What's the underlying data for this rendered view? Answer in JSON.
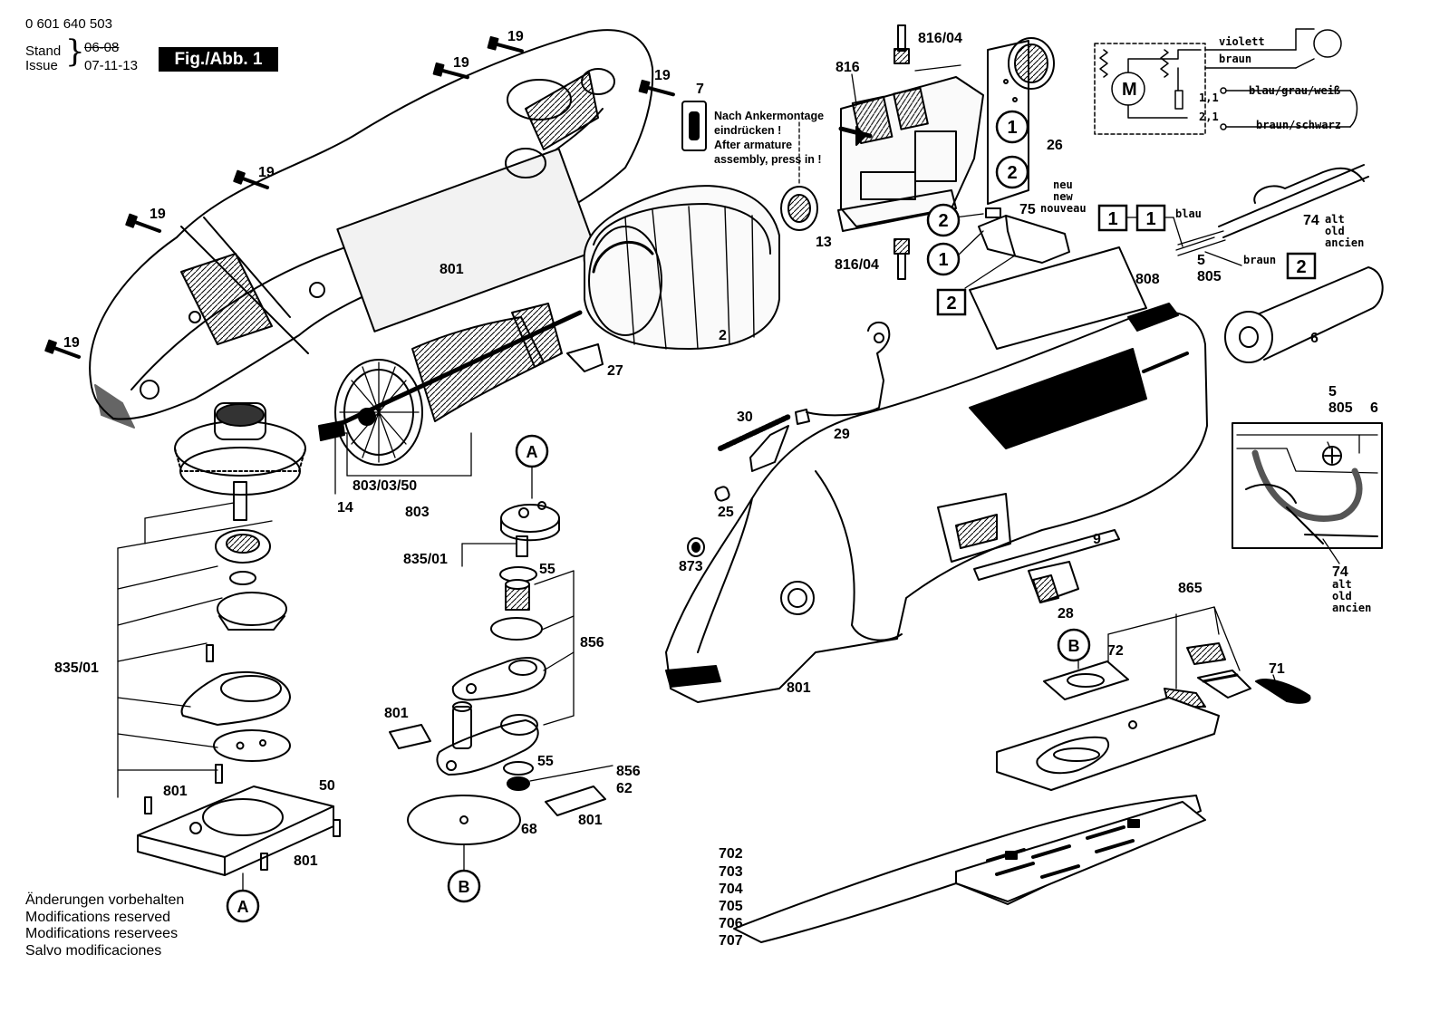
{
  "header": {
    "part_number": "0 601 640 503",
    "stand_label": "Stand",
    "issue_label": "Issue",
    "old_date": "06-08",
    "issue_date": "07-11-13",
    "figure_label": "Fig./Abb. 1"
  },
  "assembly_note": {
    "line1": "Nach Ankermontage",
    "line2": "eindrücken !",
    "line3": "After armature",
    "line4": "assembly, press in !"
  },
  "footer_notes": [
    "Änderungen vorbehalten",
    "Modifications reserved",
    "Modifications reservees",
    "Salvo modificaciones"
  ],
  "wiring": {
    "motor": "M",
    "wire_violet": "violett",
    "wire_brown": "braun",
    "terminal_1_1": "1,1",
    "terminal_2_1": "2,1",
    "wire_blue_grey_white": "blau/grau/weiß",
    "wire_brown_black": "braun/schwarz"
  },
  "version_labels": {
    "new_de": "neu",
    "new_en": "new",
    "new_fr": "nouveau",
    "old_de": "alt",
    "old_en": "old",
    "old_fr": "ancien",
    "blau": "blau",
    "braun": "braun"
  },
  "boxed_markers": [
    "1",
    "1",
    "2",
    "2"
  ],
  "circled_markers": [
    "1",
    "2",
    "2",
    "1"
  ],
  "reference_markers": [
    "A",
    "A",
    "B",
    "B"
  ],
  "part_labels": [
    "19",
    "19",
    "19",
    "19",
    "19",
    "19",
    "7",
    "801",
    "2",
    "27",
    "803/03/50",
    "14",
    "803",
    "816/04",
    "816",
    "816/04",
    "26",
    "13",
    "75",
    "74",
    "5",
    "805",
    "808",
    "6",
    "30",
    "29",
    "25",
    "873",
    "9",
    "28",
    "5",
    "805",
    "6",
    "74",
    "835/01",
    "55",
    "856",
    "801",
    "55",
    "856",
    "62",
    "801",
    "68",
    "835/01",
    "801",
    "50",
    "801",
    "865",
    "72",
    "71",
    "801",
    "702",
    "703",
    "704",
    "705",
    "706",
    "707"
  ]
}
